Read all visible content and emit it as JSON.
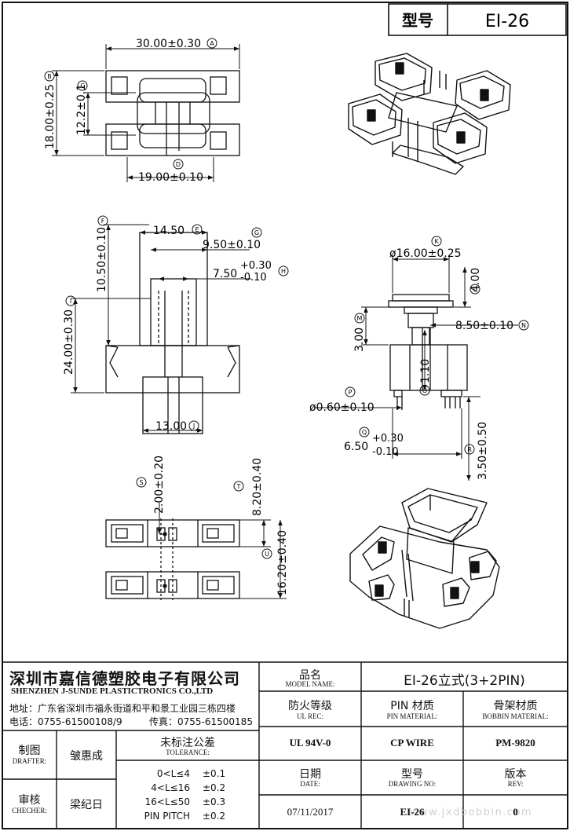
{
  "header": {
    "model_key": "型号",
    "model_value": "EI-26"
  },
  "dims": {
    "d30": "30.00±0.30",
    "m30": "A",
    "d18": "18.00±0.25",
    "m18": "B",
    "d12": "12.2±0.1",
    "m12": "C",
    "d19": "19.00±0.10",
    "m19": "D",
    "d14": "14.50",
    "m14": "E",
    "d10": "10.50±0.10",
    "m10": "F",
    "d95": "9.50±0.10",
    "m95": "G",
    "d75": "7.50",
    "d75up": "+0.30",
    "d75lo": "-0.10",
    "m75": "H",
    "d24": "24.00±0.30",
    "m24": "I",
    "d13": "13.00",
    "m13": "J",
    "d16": "ø16.00±0.25",
    "m16": "K",
    "d4": "4.00",
    "m4": "L",
    "d3": "3.00",
    "m3": "M",
    "d85": "8.50±0.10",
    "m85": "N",
    "d11": "1.10",
    "m11": "O",
    "d06": "ø0.60±0.10",
    "m06": "P",
    "d65": "6.50",
    "d65up": "+0.30",
    "d65lo": "-0.10",
    "m65": "Q",
    "d35": "3.50±0.50",
    "m35": "R",
    "d2": "2.00±0.20",
    "m2": "S",
    "d82": "8.20±0.40",
    "m82": "T",
    "d162": "16.20±0.40",
    "m162": "U"
  },
  "titleblock": {
    "company_cn": "深圳市嘉信德塑胶电子有限公司",
    "company_en": "SHENZHEN J-SUNDE PLASTICTRONICS CO.,LTD",
    "address": "地址：广东省深圳市福永街道和平和景工业园三栋四楼",
    "phone": "电话：0755-61500108/9",
    "fax": "传真：0755-61500185",
    "model_name_cn": "品名",
    "model_name_en": "MODEL NAME:",
    "model_name_value": "EI-26立式(3+2PIN)",
    "ul_cn": "防火等级",
    "ul_en": "UL REC:",
    "pin_cn": "PIN 材质",
    "pin_en": "PIN MATERIAL:",
    "bobbin_cn": "骨架材质",
    "bobbin_en": "BOBBIN MATERIAL:",
    "ul_value": "UL 94V-0",
    "pin_value": "CP WIRE",
    "bobbin_value": "PM-9820",
    "drafter_cn": "制图",
    "drafter_en": "DRAFTER:",
    "drafter_value": "皱惠成",
    "checker_cn": "审核",
    "checker_en": "CHECHER:",
    "checker_value": "梁纪日",
    "tol_cn": "未标注公差",
    "tol_en": "TOLERANCE:",
    "tol_rows": [
      {
        "range": "0<L≤4",
        "value": "±0.1"
      },
      {
        "range": "4<L≤16",
        "value": "±0.2"
      },
      {
        "range": "16<L≤50",
        "value": "±0.3"
      },
      {
        "range": "PIN PITCH",
        "value": "±0.2"
      }
    ],
    "date_cn": "日期",
    "date_en": "DATE:",
    "date_value": "07/11/2017",
    "drawing_cn": "型号",
    "drawing_en": "DRAWING NO:",
    "drawing_value": "EI-26",
    "rev_cn": "版本",
    "rev_en": "REV:",
    "rev_value": "0"
  },
  "watermark": "www.jxdbobbin.com"
}
